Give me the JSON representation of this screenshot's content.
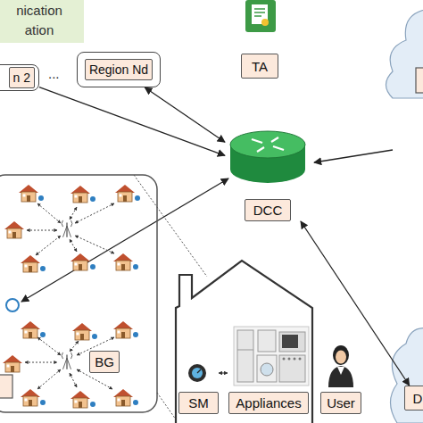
{
  "diagram": {
    "nodes": [
      {
        "text": [
          "nication ation"
        ]
      },
      {
        "text": [
          "n 2"
        ]
      },
      {
        "text": [
          "Region Nd"
        ]
      },
      {
        "text": [
          "TA"
        ]
      },
      {
        "text": [
          "DCC"
        ]
      },
      {
        "text": [
          "BG"
        ]
      },
      {
        "text": [
          "SM"
        ]
      },
      {
        "text": [
          "Appliances"
        ]
      },
      {
        "text": [
          "User"
        ]
      },
      {
        "text": [
          "D"
        ]
      }
    ],
    "edges": [
      {
        "from": 1,
        "to": 4,
        "arrow": "to"
      },
      {
        "from": 2,
        "to": 4,
        "arrow": "both"
      },
      {
        "from": 4,
        "to": 9,
        "arrow": "both"
      },
      {
        "from": 6,
        "to": 7,
        "arrow": "both"
      }
    ],
    "labels": [
      "..."
    ]
  }
}
